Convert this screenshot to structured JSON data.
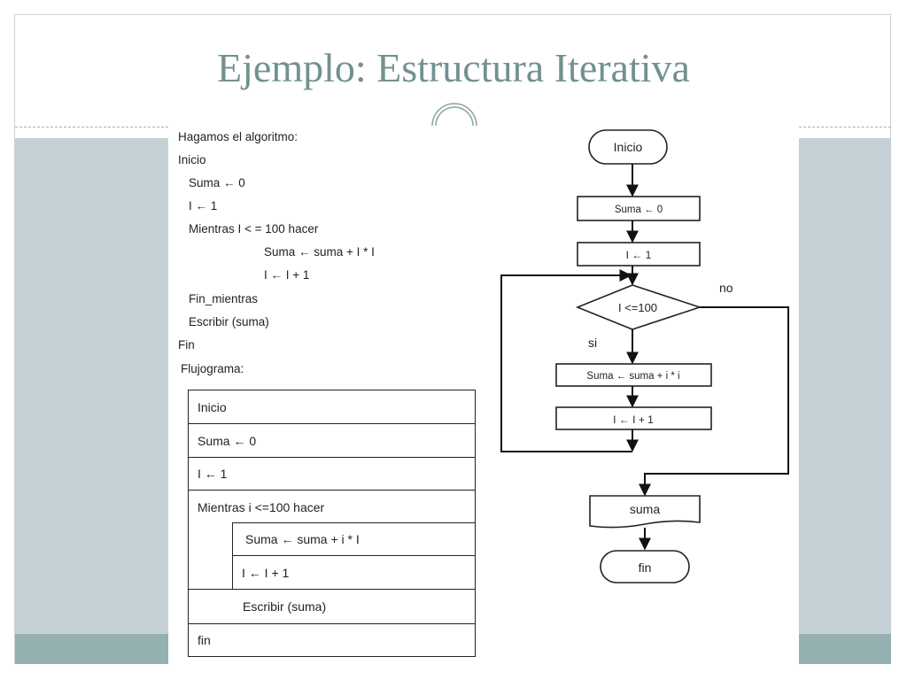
{
  "title": "Ejemplo: Estructura Iterativa",
  "pseudocode": [
    "Hagamos el algoritmo:",
    "Inicio",
    "Suma ← 0",
    "I ← 1",
    "Mientras I < = 100 hacer",
    "Suma ← suma + I * I",
    "I ← I + 1",
    "Fin_mientras",
    "Escribir (suma)",
    "Fin",
    "Flujograma:"
  ],
  "nsd": {
    "inicio": "Inicio",
    "suma_init": "Suma ← 0",
    "i_init": "I  ← 1",
    "mientras": "Mientras i <=100 hacer",
    "suma_update": "Suma ← suma + i * I",
    "i_update": "I ← I + 1",
    "escribir": "Escribir (suma)",
    "fin": "fin"
  },
  "flowchart": {
    "inicio": "Inicio",
    "suma_init": "Suma ← 0",
    "i_init": "I ← 1",
    "condition": "I <=100",
    "yes_label": "si",
    "no_label": "no",
    "suma_update": "Suma ← suma + i * i",
    "i_update": "I ← I + 1",
    "output": "suma",
    "fin": "fin"
  }
}
